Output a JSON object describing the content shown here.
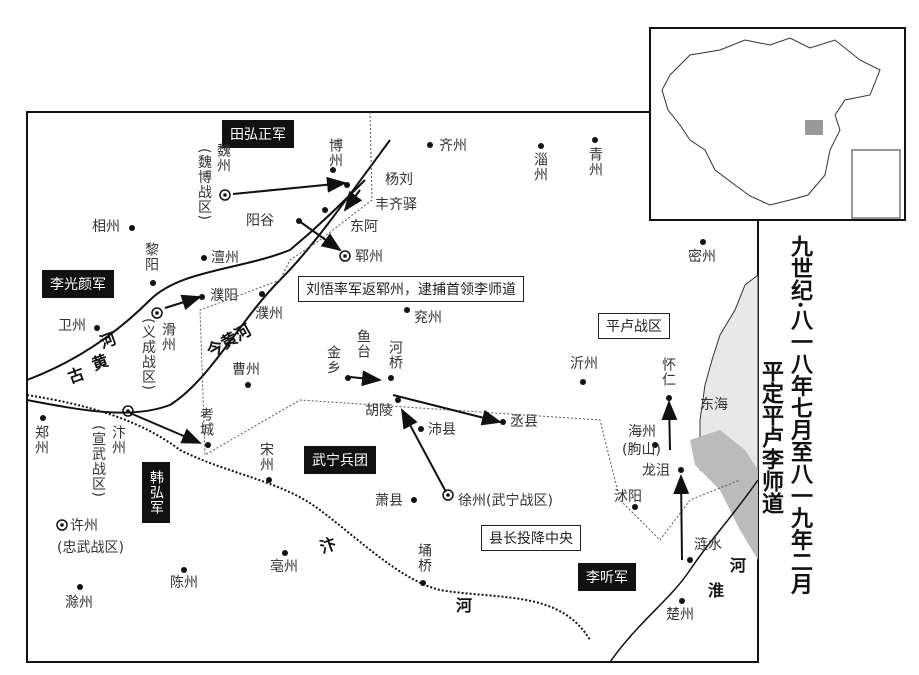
{
  "title": {
    "period": "九世纪·八一八年七月至八一九年二月",
    "subject": "平定平卢李师道"
  },
  "armies": {
    "tian": "田弘正军",
    "liguangyan": "李光颜军",
    "hanhong": "韩弘军",
    "wuning": "武宁兵团",
    "liting": "李听军"
  },
  "notes": {
    "liuwu": "刘悟率军返郓州，逮捕首领李师道",
    "xianzhang": "县长投降中央",
    "pinglu": "平卢战区"
  },
  "rivers": {
    "gu_he": "河",
    "gu_huang": "黄",
    "gu_gu": "古",
    "jin": "今黄河",
    "bian": "汴",
    "bian_he": "河",
    "huai_he": "河",
    "huai_huai": "淮"
  },
  "places": {
    "qizhou": "齐州",
    "zizhou": "淄州",
    "qingzhou": "青州",
    "bozhou_n": "博州",
    "weizhou": "魏州",
    "weibo": "(魏博战区)",
    "yangliu": "杨刘",
    "fengqiyi": "丰齐驿",
    "donga": "东阿",
    "yanggu": "阳谷",
    "yunzhou": "郓州",
    "xiangzhou": "相州",
    "liyang": "黎阳",
    "chanzhou": "澶州",
    "puyang": "濮阳",
    "puzhou": "濮州",
    "weizhou2": "卫州",
    "huazhou": "滑州",
    "yicheng": "(义成战区)",
    "yanzhou": "兖州",
    "yutai": "鱼台",
    "heqiao": "河桥",
    "jinxiang": "金乡",
    "caozhou": "曹州",
    "huling": "胡陵",
    "peixian": "沛县",
    "chengxian": "丞县",
    "yizhou": "沂州",
    "mizhou": "密州",
    "huairen": "怀仁",
    "donghai": "东海",
    "haizhou": "海州",
    "qushan": "(朐山)",
    "longju": "龙沮",
    "shuyang": "沭阳",
    "lianshui": "涟水",
    "chuzhou": "楚州",
    "zhengzhou": "郑州",
    "bianzhou": "汴州",
    "xuanwu": "(宣武战区)",
    "kaocheng": "考城",
    "songzhou": "宋州",
    "xiaoxian": "萧县",
    "xuzhou": "徐州(武宁战区)",
    "xuzhou2": "许州",
    "zhongwu": "(忠武战区)",
    "bozhou_s": "亳州",
    "chenzhou": "陈州",
    "yongqiao": "埇桥",
    "chuzhou2": "滁州"
  }
}
